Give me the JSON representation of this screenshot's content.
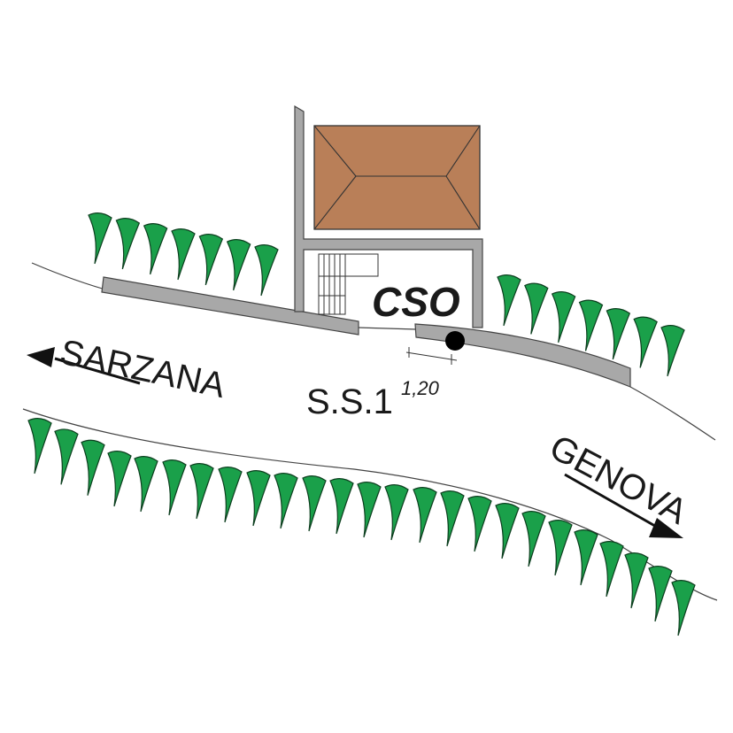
{
  "labels": {
    "road": "S.S.1",
    "west_destination": "SARZANA",
    "east_destination": "GENOVA",
    "building": "CSO",
    "distance": "1,20"
  },
  "colors": {
    "vegetation": "#1aa04a",
    "roof": "#b97f58",
    "wall": "#a8a8a8",
    "point": "#000000"
  },
  "icons": {
    "vegetation": "tree-icon",
    "west_arrow": "arrow-left-icon",
    "east_arrow": "arrow-right-icon",
    "point": "monitoring-point-icon"
  }
}
